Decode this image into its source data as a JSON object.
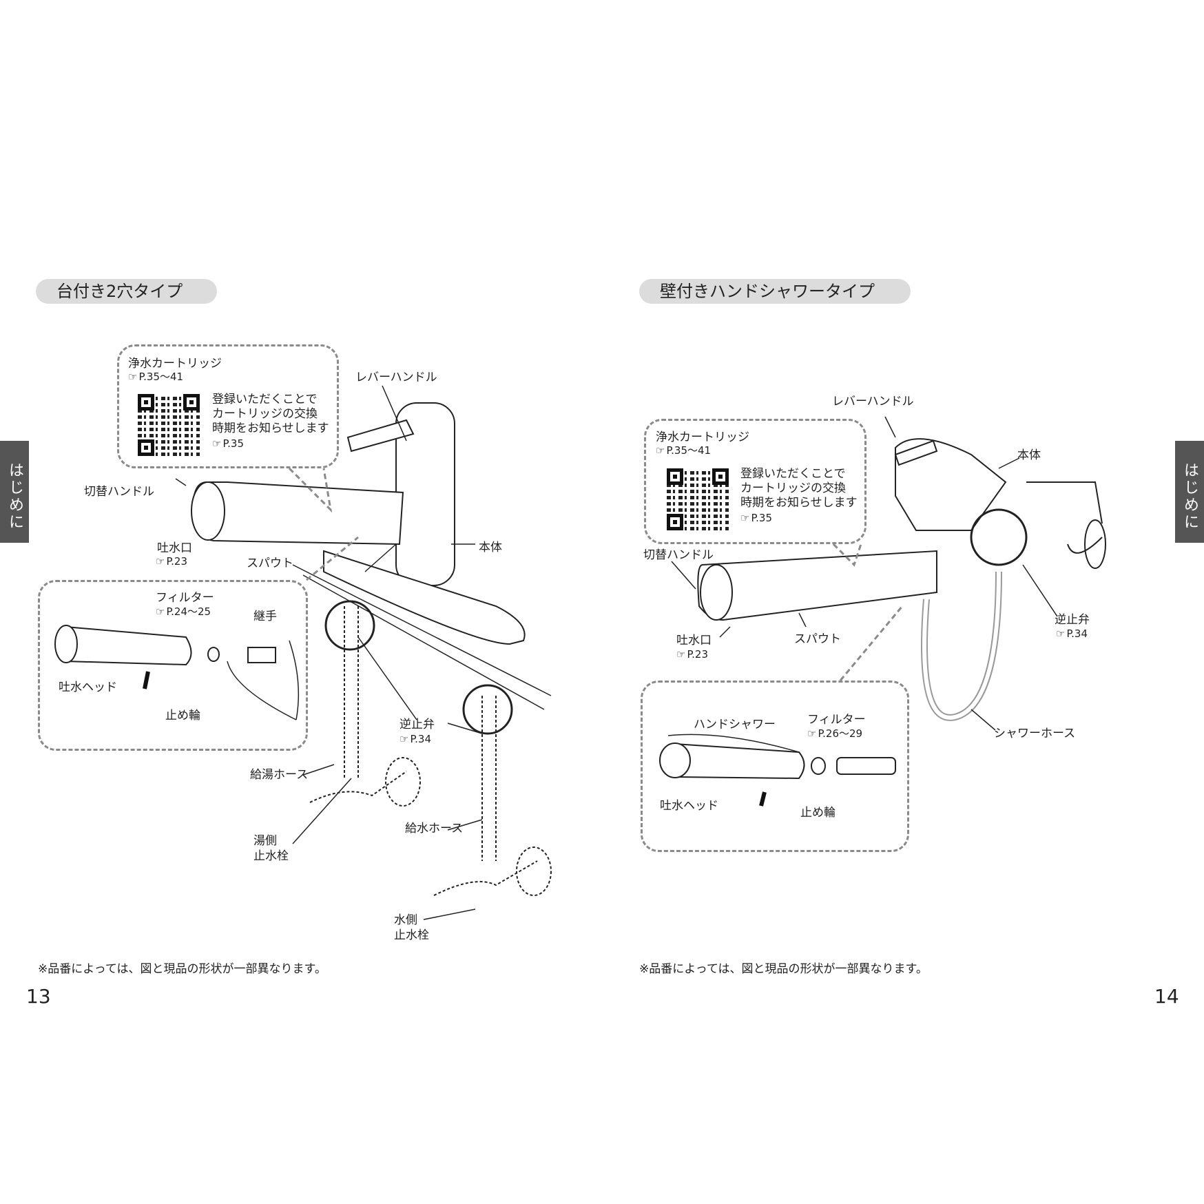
{
  "left_page": {
    "title": "台付き2穴タイプ",
    "callout": {
      "title": "浄水カートリッジ",
      "ref": "P.35～41",
      "lines": [
        "登録いただくことで",
        "カートリッジの交換",
        "時期をお知らせします"
      ],
      "qr_ref": "P.35"
    },
    "labels": {
      "lever": "レバーハンドル",
      "switch": "切替ハンドル",
      "outlet": "吐水口",
      "outlet_ref": "P.23",
      "spout": "スパウト",
      "body": "本体",
      "filter": "フィルター",
      "filter_ref": "P.24～25",
      "joint": "継手",
      "head": "吐水ヘッド",
      "ring": "止め輪",
      "check_valve": "逆止弁",
      "check_ref": "P.34",
      "hot_hose": "給湯ホース",
      "hot_valve_1": "湯側",
      "hot_valve_2": "止水栓",
      "cold_hose": "給水ホース",
      "cold_valve_1": "水側",
      "cold_valve_2": "止水栓"
    },
    "note": "※品番によっては、図と現品の形状が一部異なります。",
    "page_number": "13",
    "side_tab": "はじめに"
  },
  "right_page": {
    "title": "壁付きハンドシャワータイプ",
    "callout": {
      "title": "浄水カートリッジ",
      "ref": "P.35～41",
      "lines": [
        "登録いただくことで",
        "カートリッジの交換",
        "時期をお知らせします"
      ],
      "qr_ref": "P.35"
    },
    "labels": {
      "lever": "レバーハンドル",
      "body": "本体",
      "switch": "切替ハンドル",
      "outlet": "吐水口",
      "outlet_ref": "P.23",
      "spout": "スパウト",
      "check_valve": "逆止弁",
      "check_ref": "P.34",
      "shower_hose": "シャワーホース",
      "hand_shower": "ハンドシャワー",
      "filter": "フィルター",
      "filter_ref": "P.26～29",
      "head": "吐水ヘッド",
      "ring": "止め輪"
    },
    "note": "※品番によっては、図と現品の形状が一部異なります。",
    "page_number": "14",
    "side_tab": "はじめに"
  }
}
